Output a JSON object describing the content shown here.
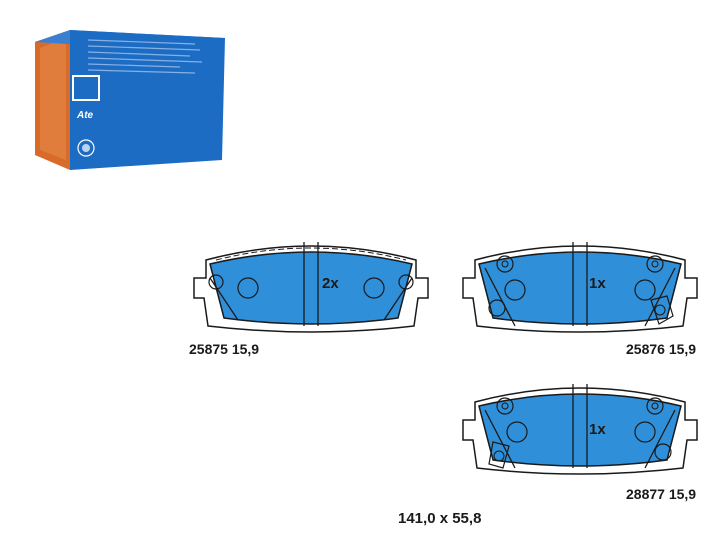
{
  "product_box": {
    "brand": "Ate"
  },
  "pads": [
    {
      "part_number": "25875 15,9",
      "qty": "2x"
    },
    {
      "part_number": "25876 15,9",
      "qty": "1x"
    },
    {
      "part_number": "28877 15,9",
      "qty": "1x"
    }
  ],
  "dimensions": "141,0 x 55,8",
  "colors": {
    "box_blue": "#1d6cc4",
    "pad_blue": "#2f8fd9",
    "outline": "#1a1a1a",
    "box_side": "#d86a2a"
  }
}
